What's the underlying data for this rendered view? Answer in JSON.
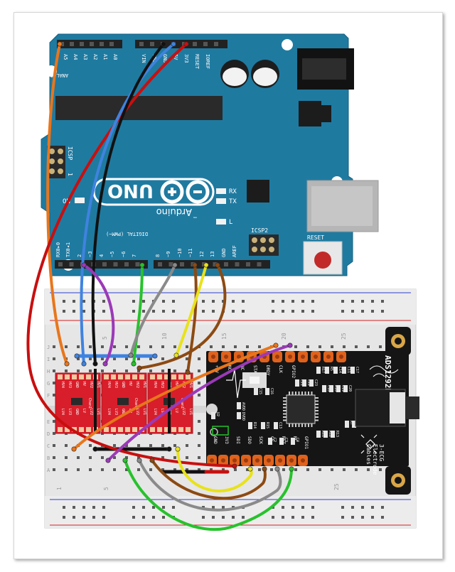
{
  "arduino": {
    "analog_in_label": "ANALOG IN",
    "analog_pins": [
      "A5",
      "A4",
      "A3",
      "A2",
      "A1",
      "A0"
    ],
    "power_pins": [
      "VIN",
      "GND",
      "GND",
      "5V",
      "3V3",
      "RESET",
      "IOREF"
    ],
    "digital_label": "DIGITAL (PWM~)",
    "digital_pins": [
      "RX0▸0",
      "TX0◂1",
      "2",
      "~3",
      "4",
      "~5",
      "~6",
      "7",
      "8",
      "~9",
      "~10",
      "~11",
      "12",
      "13",
      "GND",
      "AREF"
    ],
    "brand": "Arduino",
    "trademark": "™",
    "model": "UNO",
    "icsp_label": "ICSP",
    "icsp2_label": "ICSP2",
    "pin1_label": "1",
    "rx_label": "RX",
    "tx_label": "TX",
    "l_label": "L",
    "on_label": "ON",
    "reset_label": "RESET"
  },
  "breadboard": {
    "row_letters": [
      "J",
      "I",
      "H",
      "G",
      "F",
      "E",
      "D",
      "C",
      "B",
      "A"
    ],
    "col_numbers_top": [
      "5",
      "10",
      "15",
      "20",
      "25"
    ],
    "col_numbers_bottom": [
      "1",
      "5",
      "25"
    ]
  },
  "level_shifter": {
    "top_pins": [
      "HV4",
      "HV3",
      "GND",
      "HV",
      "HV2",
      "HV1"
    ],
    "bottom_pins": [
      "LV4",
      "LV3",
      "GND",
      "LV",
      "LV2",
      "LV1"
    ],
    "channel_labels": [
      "Chan1",
      "Chan1",
      "Chan1"
    ]
  },
  "ads_board": {
    "name": "ADS1292R",
    "top_pins": [
      "+5V",
      "NC",
      "NC",
      "START",
      "DRDY",
      "CLK",
      "GPIO2"
    ],
    "bottom_pins": [
      "GND",
      "3V3",
      "SDI",
      "SDO",
      "SCK",
      "CS",
      "RST",
      "NC",
      "GPIO1"
    ],
    "component_labels": [
      "AVDD",
      "DVDD",
      "U2",
      "C15",
      "C16",
      "R14",
      "R15",
      "C13",
      "R5",
      "C14",
      "C11",
      "C17",
      "R17",
      "C18",
      "R16",
      "C19",
      "C20",
      "C21",
      "C22",
      "C23",
      "R11",
      "R12",
      "R13",
      "C2",
      "C3",
      "C4",
      "R7",
      "R6"
    ],
    "logo_line1": "3-ECG",
    "logo_line2": "Electrode",
    "logo_line3": "Cables"
  },
  "colors": {
    "arduino_board": "#1f7aa0",
    "breadboard": "#e8e8e8",
    "rail_red": "#d42222",
    "rail_blue": "#2d3fd1",
    "level_shifter": "#d81e2a",
    "ads_board": "#151515",
    "pad_copper": "#e0621c",
    "wire_orange": "#e8761c",
    "wire_red": "#c80f0f",
    "wire_blue": "#3f83df",
    "wire_black": "#111111",
    "wire_purple": "#9b39b8",
    "wire_green": "#27c22c",
    "wire_gray": "#8a8a8a",
    "wire_brown": "#8c4a12",
    "wire_yellow": "#e8e21b"
  }
}
